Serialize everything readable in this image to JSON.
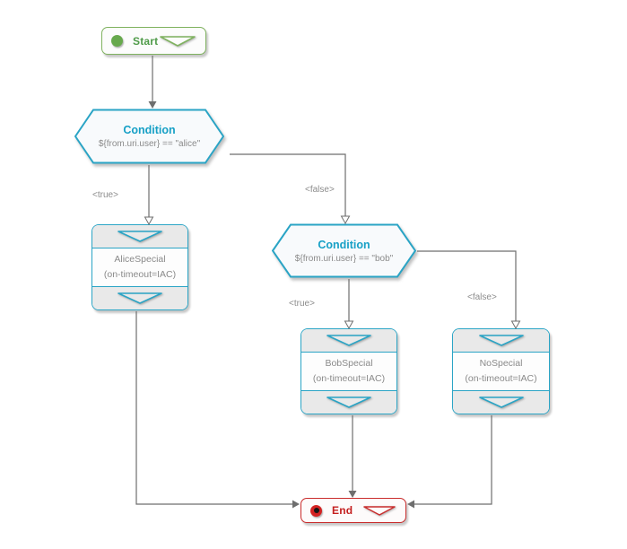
{
  "diagram": {
    "nodes": {
      "start": {
        "label": "Start"
      },
      "condition_alice": {
        "title": "Condition",
        "expression": "${from.uri.user} == \"alice\""
      },
      "condition_bob": {
        "title": "Condition",
        "expression": "${from.uri.user} == \"bob\""
      },
      "alice_special": {
        "name": "AliceSpecial",
        "detail": "(on-timeout=IAC)"
      },
      "bob_special": {
        "name": "BobSpecial",
        "detail": "(on-timeout=IAC)"
      },
      "no_special": {
        "name": "NoSpecial",
        "detail": "(on-timeout=IAC)"
      },
      "end": {
        "label": "End"
      }
    },
    "edge_labels": {
      "cond_alice_true": "<true>",
      "cond_alice_false": "<false>",
      "cond_bob_true": "<true>",
      "cond_bob_false": "<false>"
    },
    "colors": {
      "start_green_border": "#7fb25f",
      "start_green_text": "#4f9b49",
      "condition_cyan": "#2aa4c5",
      "condition_title_cyan": "#17a0c6",
      "end_red_border": "#c92c2c",
      "end_red_text": "#c41f1f",
      "line_gray": "#6e6e6e",
      "label_gray": "#8c8c8c",
      "strip_gray": "#e9e9e9"
    }
  }
}
